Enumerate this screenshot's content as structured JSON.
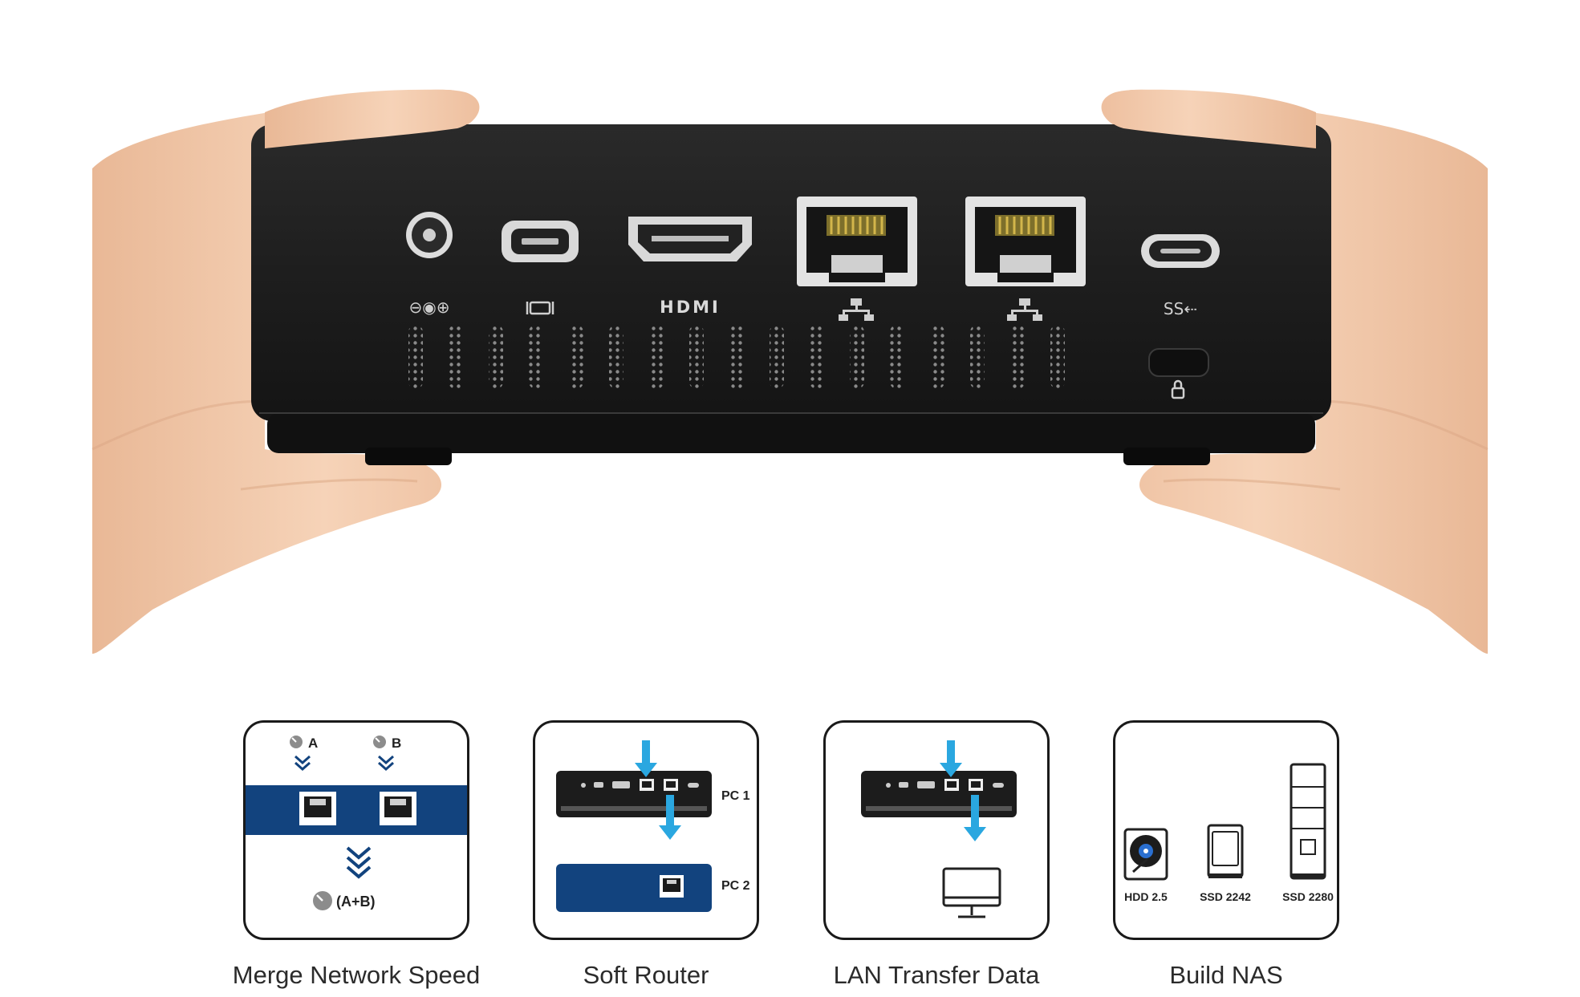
{
  "ports": {
    "dc_symbol": "⊖◉⊕",
    "hdmi_label": "HDMI",
    "usb_label": "SS⇠"
  },
  "features": [
    {
      "caption": "Merge Network Speed",
      "labels": {
        "a": "A",
        "b": "B",
        "sum": "(A+B)"
      }
    },
    {
      "caption": "Soft Router",
      "labels": {
        "pc1": "PC 1",
        "pc2": "PC 2"
      }
    },
    {
      "caption": "LAN Transfer Data"
    },
    {
      "caption": "Build NAS",
      "labels": {
        "hdd": "HDD 2.5",
        "ssd1": "SSD 2242",
        "ssd2": "SSD 2280"
      }
    }
  ],
  "colors": {
    "navy": "#12437e",
    "arrow_blue": "#2aa7e0",
    "device_black": "#1c1c1c",
    "skin": "#f3c9aa"
  }
}
